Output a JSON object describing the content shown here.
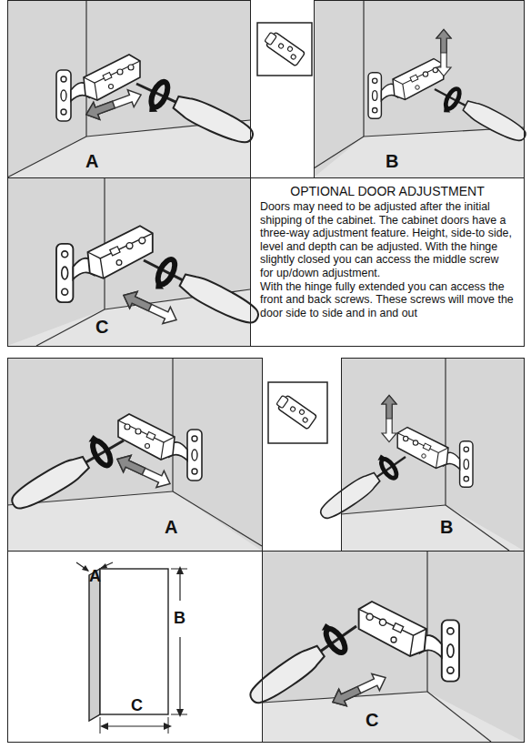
{
  "diagram": {
    "nodes": [
      {
        "text": [
          "A"
        ]
      },
      {
        "text": [
          "B"
        ]
      },
      {
        "text": [
          "C"
        ]
      },
      {
        "text": [
          "OPTIONAL DOOR ADJUSTMENT",
          "Doors may need to be adjusted after the initial shipping of the cabinet. The cabinet doors have a three-way adjustment feature. Height, side-to side, level and depth can be adjusted. With the hinge slightly closed you can access the middle screw for up/down adjustment.",
          "With the hinge fully extended you can access the front and back screws. These screws will move the door side to side and in and out"
        ]
      },
      {
        "text": [
          "A"
        ]
      },
      {
        "text": [
          "B"
        ]
      },
      {
        "text": [
          "A",
          "B",
          "C"
        ]
      },
      {
        "text": [
          "C"
        ]
      }
    ]
  }
}
